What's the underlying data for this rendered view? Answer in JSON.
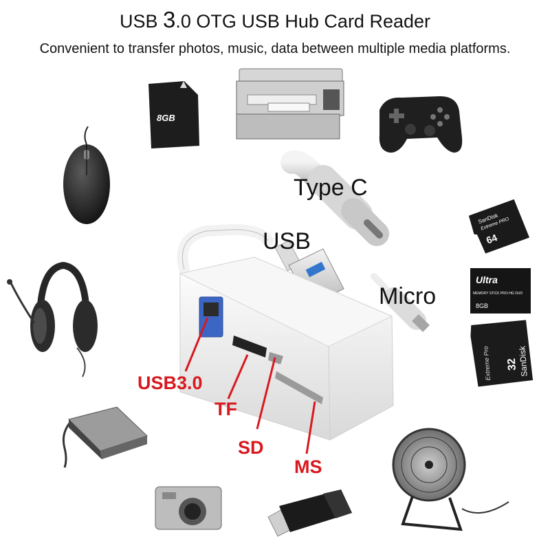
{
  "header": {
    "title_prefix": "USB ",
    "title_big": "3",
    "title_suffix": ".0 OTG USB Hub Card Reader",
    "subtitle": "Convenient to transfer photos, music, data between multiple media platforms."
  },
  "connector_labels": {
    "type_c": "Type C",
    "usb": "USB",
    "micro": "Micro"
  },
  "port_labels": {
    "usb30": "USB3.0",
    "tf": "TF",
    "sd": "SD",
    "ms": "MS"
  },
  "device_text": {
    "sd_card_8gb": "8GB",
    "microsd_brand": "SanDisk",
    "microsd_line": "Extreme PRO",
    "microsd_capacity": "64",
    "ms_card_brand": "Ultra",
    "ms_card_line": "MEMORY STICK PRO-HG DUO",
    "ms_card_capacity": "8GB",
    "sd_card_brand": "SanDisk",
    "sd_card_capacity": "32",
    "sd_card_line": "Extreme Pro"
  },
  "colors": {
    "label_red": "#d8181e",
    "hub_body": "#ececec",
    "device_dark": "#222222"
  }
}
